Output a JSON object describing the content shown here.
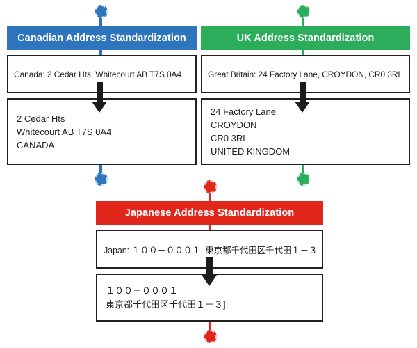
{
  "sections": [
    {
      "id": "canadian",
      "title": "Canadian Address Standardization",
      "color": "#2e75be",
      "input": "Canada: 2 Cedar Hts, Whitecourt AB T7S 0A4",
      "output_lines": [
        "2 Cedar Hts",
        "Whitecourt AB T7S 0A4",
        "CANADA"
      ]
    },
    {
      "id": "uk",
      "title": "UK Address Standardization",
      "color": "#2bad5b",
      "input": "Great Britain: 24 Factory Lane, CROYDON, CR0 3RL",
      "output_lines": [
        "24 Factory Lane",
        "CROYDON",
        "CR0 3RL",
        "UNITED KINGDOM"
      ]
    },
    {
      "id": "japanese",
      "title": "Japanese Address Standardization",
      "color": "#e1261c",
      "input": "Japan: １００－０００１, 東京都千代田区千代田１－３",
      "output_lines": [
        "１００－０００１",
        "東京都千代田区千代田１－３]"
      ]
    }
  ],
  "colors": {
    "box_border": "#231f20",
    "text": "#231f20",
    "arrow": "#1c1c1c",
    "background": "#ffffff"
  }
}
